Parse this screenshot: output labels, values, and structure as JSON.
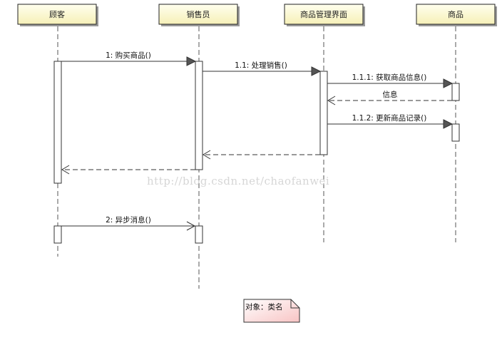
{
  "lifelines": [
    "顾客",
    "销售员",
    "商品管理界面",
    "商品"
  ],
  "messages": [
    {
      "label": "1: 购买商品()",
      "kind": "sync"
    },
    {
      "label": "1.1: 处理销售()",
      "kind": "sync"
    },
    {
      "label": "1.1.1: 获取商品信息()",
      "kind": "sync"
    },
    {
      "label": "信息",
      "kind": "return"
    },
    {
      "label": "1.1.2: 更新商品记录()",
      "kind": "sync"
    },
    {
      "label": "",
      "kind": "return"
    },
    {
      "label": "",
      "kind": "return"
    },
    {
      "label": "2: 异步消息()",
      "kind": "async"
    }
  ],
  "note": "对象：类名",
  "watermark": "http://blog.csdn.net/chaofanwei"
}
